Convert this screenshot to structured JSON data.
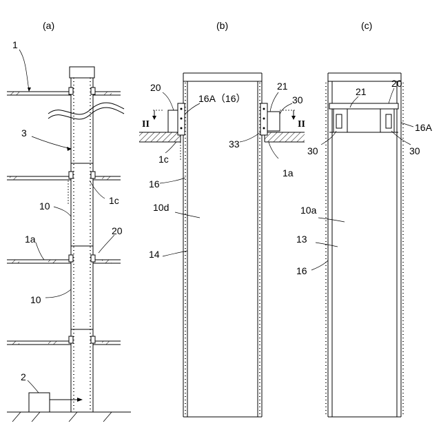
{
  "panels": {
    "a": {
      "title": "(a)",
      "labels": {
        "building": "1",
        "device": "2",
        "shaft": "3",
        "unit_upper": "10",
        "unit_lower": "10",
        "floor": "1a",
        "opening": "1c",
        "bracket": "20"
      }
    },
    "b": {
      "title": "(b)",
      "labels": {
        "bracket": "20",
        "plate": "16A（16）",
        "section_left": "II",
        "section_right": "II",
        "mount": "21",
        "block": "30",
        "bolt": "33",
        "opening": "1c",
        "floor": "1a",
        "flange": "16",
        "face": "10d",
        "panel": "14"
      }
    },
    "c": {
      "title": "(c)",
      "labels": {
        "mount": "21",
        "bracket": "20",
        "plate": "16A",
        "block_left": "30",
        "block_right": "30",
        "face": "10a",
        "panel": "13",
        "flange": "16"
      }
    }
  },
  "colors": {
    "line": "#000000",
    "background": "#ffffff"
  }
}
